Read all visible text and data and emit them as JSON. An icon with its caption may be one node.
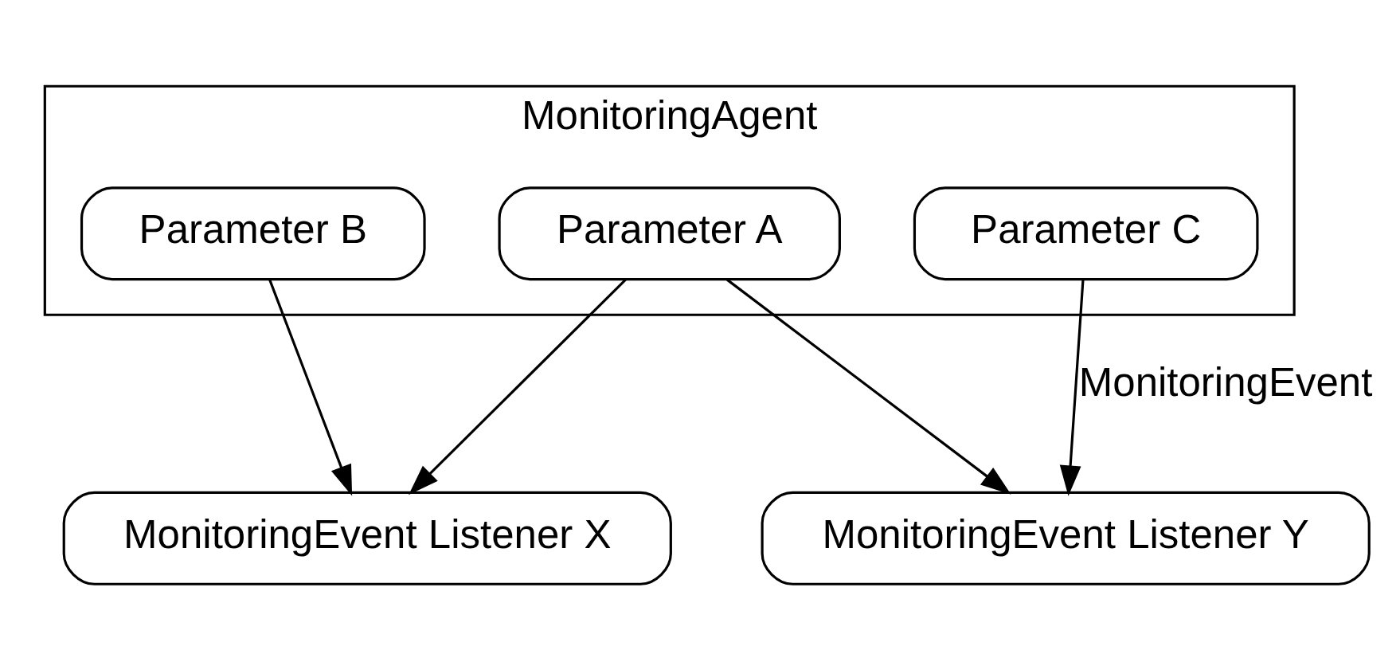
{
  "diagram": {
    "nodes": [
      {
        "text": [
          "MonitoringAgent"
        ]
      },
      {
        "text": [
          "Parameter A"
        ],
        "in": 0
      },
      {
        "text": [
          "Parameter B"
        ],
        "in": 0
      },
      {
        "text": [
          "Parameter C"
        ],
        "in": 0
      },
      {
        "text": [
          "MonitoringEvent Listener X"
        ]
      },
      {
        "text": [
          "MonitoringEvent Listener Y"
        ]
      }
    ],
    "edges": [
      {
        "from": 1,
        "to": 4,
        "arrow": "to"
      },
      {
        "from": 1,
        "to": 5,
        "arrow": "to"
      },
      {
        "from": 2,
        "to": 4,
        "arrow": "to"
      },
      {
        "from": 3,
        "to": 5,
        "arrow": "to",
        "label": "MonitoringEvent"
      }
    ]
  }
}
